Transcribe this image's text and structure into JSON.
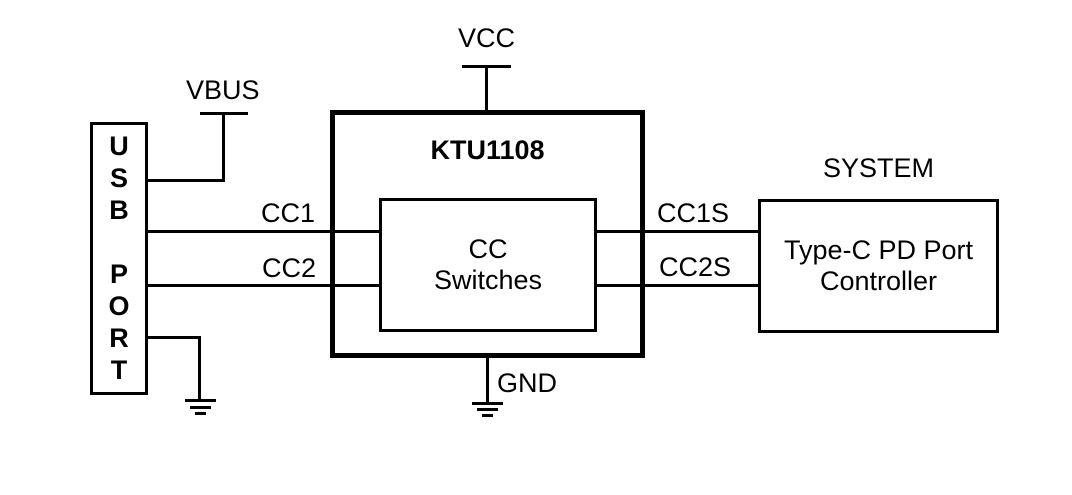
{
  "colors": {
    "stroke": "#000000",
    "background": "#ffffff",
    "text": "#000000"
  },
  "blocks": {
    "usb_port": {
      "letters": [
        "U",
        "S",
        "B",
        "P",
        "O",
        "R",
        "T"
      ]
    },
    "ktu": {
      "title": "KTU1108",
      "switches_line1": "CC",
      "switches_line2": "Switches"
    },
    "system": {
      "caption": "SYSTEM",
      "controller_line1": "Type-C PD Port",
      "controller_line2": "Controller"
    }
  },
  "nets": {
    "vcc": "VCC",
    "vbus": "VBUS",
    "gnd": "GND",
    "cc1": "CC1",
    "cc2": "CC2",
    "cc1s": "CC1S",
    "cc2s": "CC2S"
  }
}
